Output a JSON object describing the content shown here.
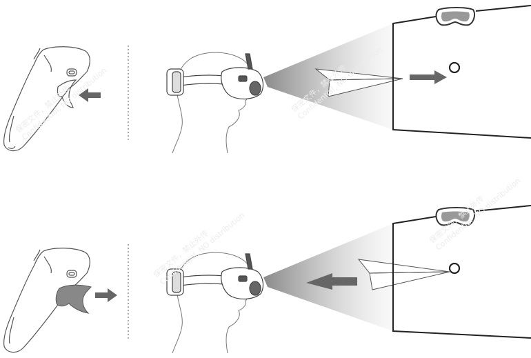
{
  "watermark": {
    "line1": "保密文件，禁止外传",
    "line2": "Confidential, NO distribution"
  },
  "panels": [
    {
      "id": "top",
      "trigger_state": "pressed",
      "arrow_direction": "toward-goggles-icon",
      "plane_direction": "forward"
    },
    {
      "id": "bottom",
      "trigger_state": "released",
      "arrow_direction": "away-from-goggles-icon",
      "plane_direction": "backward"
    }
  ],
  "icons": [
    "motion-controller-icon",
    "head-with-goggles-icon",
    "paper-plane-icon",
    "goggles-icon",
    "target-circle-icon",
    "arrow-icon"
  ],
  "colors": {
    "line": "#555555",
    "trigger_fill": "#888888",
    "arrow": "#666666",
    "beam": "#8a8a8a",
    "watermark": "#ececec"
  }
}
